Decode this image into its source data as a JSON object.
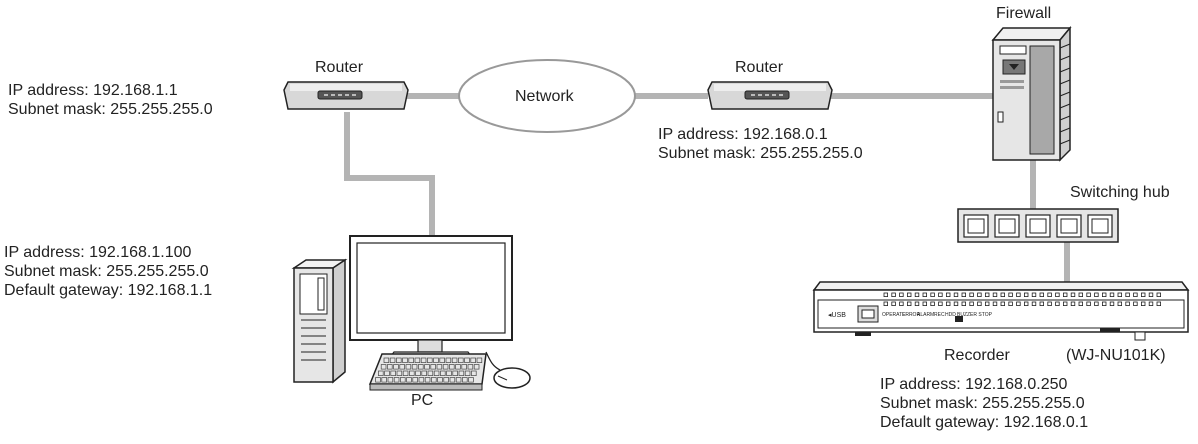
{
  "devices": {
    "router_left": "Router",
    "router_right": "Router",
    "network": "Network",
    "firewall": "Firewall",
    "switching_hub": "Switching hub",
    "pc": "PC",
    "recorder": "Recorder",
    "recorder_model": "(WJ-NU101K)"
  },
  "router_left_info": {
    "ip": "IP address: 192.168.1.1",
    "subnet": "Subnet mask: 255.255.255.0"
  },
  "router_right_info": {
    "ip": "IP address: 192.168.0.1",
    "subnet": "Subnet mask: 255.255.255.0"
  },
  "pc_info": {
    "ip": "IP address: 192.168.1.100",
    "subnet": "Subnet mask: 255.255.255.0",
    "gateway": "Default gateway: 192.168.1.1"
  },
  "recorder_info": {
    "ip": "IP address: 192.168.0.250",
    "subnet": "Subnet mask: 255.255.255.0",
    "gateway": "Default gateway: 192.168.0.1"
  },
  "recorder_panel": {
    "indicators": [
      "OPERATE",
      "ERROR",
      "ALARM",
      "REC",
      "HDD",
      "BUZZER STOP"
    ]
  },
  "colors": {
    "cable": "#b4b4b4",
    "device_fill": "#e6e6e6",
    "outline": "#222222"
  }
}
